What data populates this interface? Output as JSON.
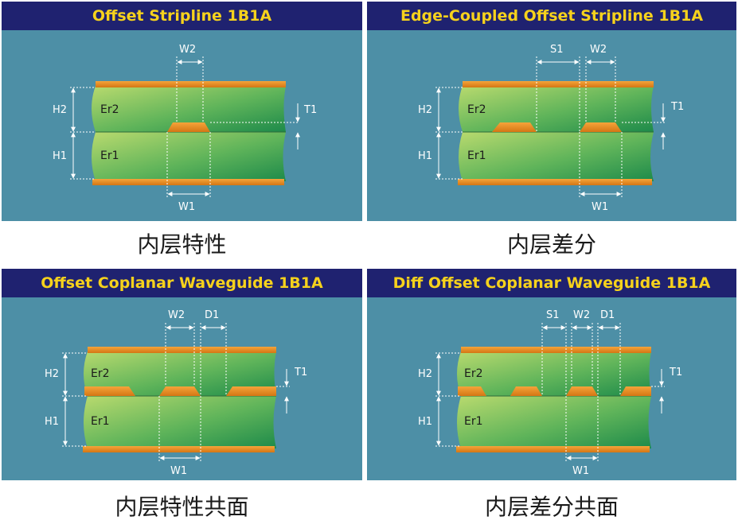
{
  "colors": {
    "header_bg": "#1f2270",
    "header_text": "#f6d21c",
    "panel_bg": "#4d8fa6",
    "dielectric_light": "#a9d46a",
    "dielectric_dark": "#1f8f4a",
    "copper": "#e8891e"
  },
  "panels": [
    {
      "title": "Offset Stripline 1B1A",
      "caption": "内层特性",
      "labels": {
        "w2": "W2",
        "w1": "W1",
        "h2": "H2",
        "h1": "H1",
        "er2": "Er2",
        "er1": "Er1",
        "t1": "T1"
      }
    },
    {
      "title": "Edge-Coupled Offset Stripline 1B1A",
      "caption": "内层差分",
      "labels": {
        "s1": "S1",
        "w2": "W2",
        "w1": "W1",
        "h2": "H2",
        "h1": "H1",
        "er2": "Er2",
        "er1": "Er1",
        "t1": "T1"
      }
    },
    {
      "title": "Offset Coplanar Waveguide 1B1A",
      "caption": "内层特性共面",
      "labels": {
        "w2": "W2",
        "d1": "D1",
        "w1": "W1",
        "h2": "H2",
        "h1": "H1",
        "er2": "Er2",
        "er1": "Er1",
        "t1": "T1"
      }
    },
    {
      "title": "Diff Offset Coplanar Waveguide 1B1A",
      "caption": "内层差分共面",
      "labels": {
        "s1": "S1",
        "w2": "W2",
        "d1": "D1",
        "w1": "W1",
        "h2": "H2",
        "h1": "H1",
        "er2": "Er2",
        "er1": "Er1",
        "t1": "T1"
      }
    }
  ]
}
